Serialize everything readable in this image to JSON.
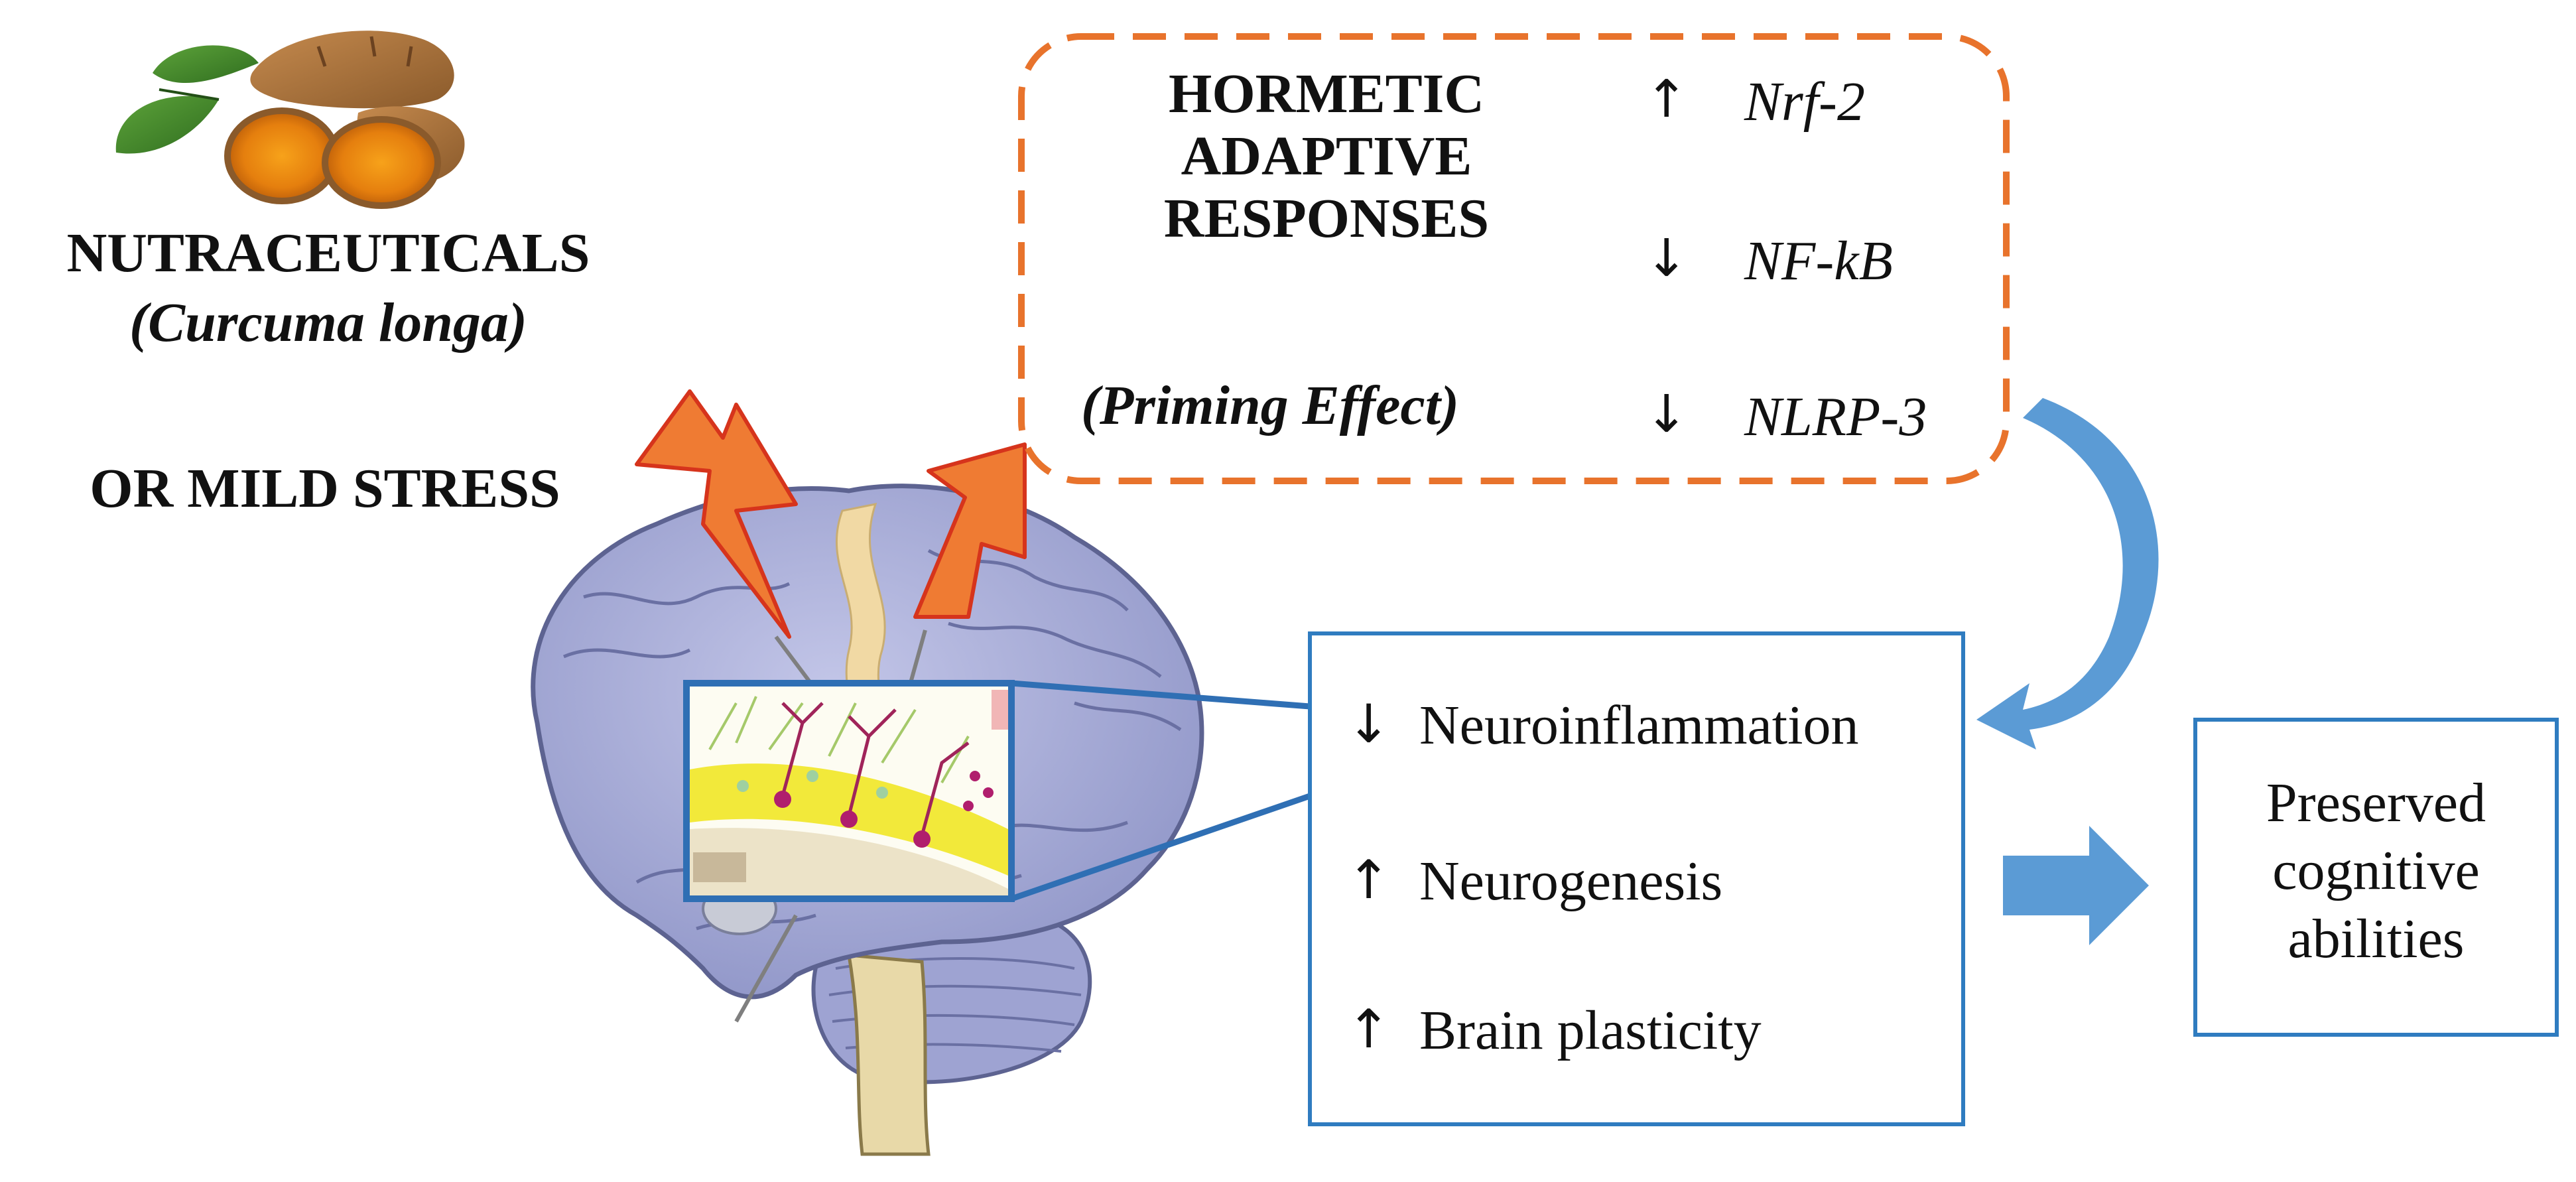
{
  "colors": {
    "orange": "#e8732c",
    "blue": "#2f7cc0",
    "light_blue": "#5b9bd5",
    "brain": "#a9aed9",
    "brain_dark": "#5d6391",
    "yellow": "#f2e93a"
  },
  "left": {
    "nutraceuticals": "NUTRACEUTICALS",
    "curcuma": "(Curcuma longa)",
    "mild_stress": "OR MILD STRESS"
  },
  "hormetic_box": {
    "line1": "HORMETIC",
    "line2": "ADAPTIVE",
    "line3": "RESPONSES",
    "priming": "(Priming Effect)",
    "markers": [
      {
        "arrow": "↑",
        "label": "Nrf-2"
      },
      {
        "arrow": "↓",
        "label": "NF-kB"
      },
      {
        "arrow": "↓",
        "label": "NLRP-3"
      }
    ]
  },
  "effects_box": {
    "items": [
      {
        "arrow": "↓",
        "label": "Neuroinflammation"
      },
      {
        "arrow": "↑",
        "label": "Neurogenesis"
      },
      {
        "arrow": "↑",
        "label": "Brain plasticity"
      }
    ]
  },
  "outcome_box": {
    "line1": "Preserved",
    "line2": "cognitive",
    "line3": "abilities"
  },
  "icons": {
    "turmeric": "turmeric-root-icon",
    "lightning": "lightning-bolt-icon",
    "brain": "brain-illustration",
    "hippocampus": "hippocampus-inset"
  }
}
